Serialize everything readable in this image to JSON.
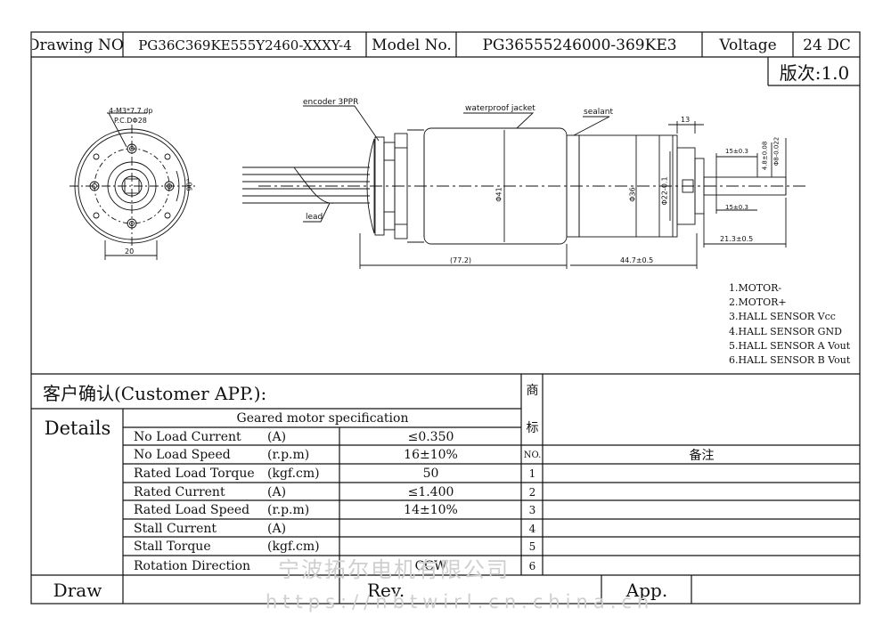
{
  "header": {
    "drawing_no_label": "Drawing NO.",
    "drawing_no_value": "PG36C369KE555Y2460-XXXY-4",
    "model_no_label": "Model No.",
    "model_no_value": "PG36555246000-369KE3",
    "voltage_label": "Voltage",
    "voltage_value": "24 DC",
    "version": "版次:1.0"
  },
  "drawing": {
    "labels": {
      "front_hole": "4-M3*7.7 dp",
      "pcd": "P.C.DΦ28",
      "encoder": "encoder 3PPR",
      "jacket": "waterproof jacket",
      "sealant": "sealant",
      "lead": "lead",
      "dim_13": "13",
      "dim_15_top": "15±0.3",
      "dim_15_bottom": "15±0.3",
      "dim_48": "4.8±0.08",
      "dim_8": "Φ8-0.022",
      "dim_41": "Φ41",
      "dim_36": "Φ36",
      "dim_22": "Φ22-0.1",
      "dim_213": "21.3±0.5",
      "dim_772": "(77.2)",
      "dim_447": "44.7±0.5",
      "dim_20": "20",
      "dim_90": "90°"
    },
    "wiring": [
      "1.MOTOR-",
      "2.MOTOR+",
      "3.HALL SENSOR Vcc",
      "4.HALL SENSOR GND",
      "5.HALL SENSOR A Vout",
      "6.HALL SENSOR B Vout"
    ]
  },
  "customer": {
    "title": "客户确认(Customer APP.):",
    "shang": "商",
    "biao": "标"
  },
  "details": {
    "label": "Details",
    "spec_title": "Geared motor specification",
    "rows": [
      {
        "name": "No Load Current",
        "unit": "(A)",
        "value": "≤0.350"
      },
      {
        "name": "No Load Speed",
        "unit": "(r.p.m)",
        "value": "16±10%"
      },
      {
        "name": "Rated Load Torque",
        "unit": "(kgf.cm)",
        "value": "50"
      },
      {
        "name": "Rated Current",
        "unit": "(A)",
        "value": "≤1.400"
      },
      {
        "name": "Rated Load Speed",
        "unit": "(r.p.m)",
        "value": "14±10%"
      },
      {
        "name": "Stall Current",
        "unit": "(A)",
        "value": ""
      },
      {
        "name": "Stall Torque",
        "unit": "(kgf.cm)",
        "value": ""
      },
      {
        "name": "Rotation Direction",
        "unit": "",
        "value": "CCW"
      }
    ],
    "no_header": "NO.",
    "remark_header": "备注",
    "numbers": [
      "1",
      "2",
      "3",
      "4",
      "5",
      "6"
    ]
  },
  "footer": {
    "draw": "Draw",
    "rev": "Rev.",
    "app": "App."
  },
  "watermark": {
    "company": "宁波拓尔电机有限公司",
    "url": "https://nbtwirl.cn.china.cn"
  }
}
